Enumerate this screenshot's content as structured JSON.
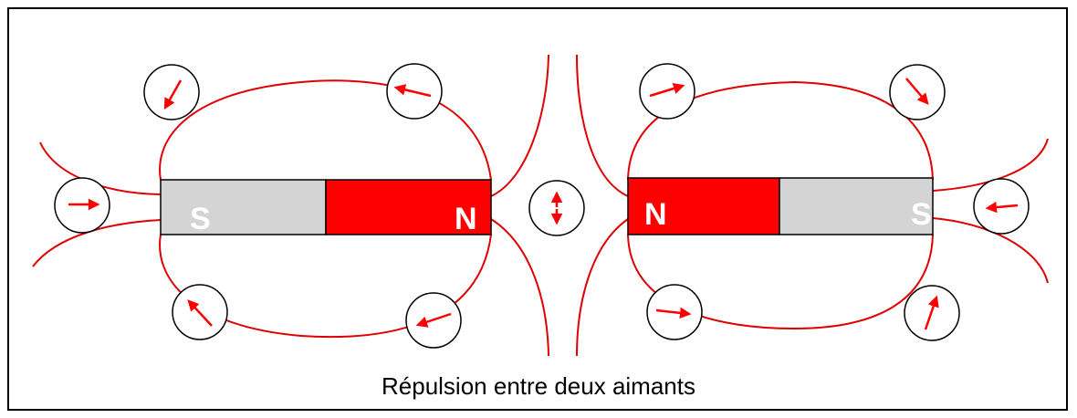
{
  "caption": "Répulsion entre deux aimants",
  "magnets": [
    {
      "name": "left-magnet",
      "poles": [
        {
          "label": "S",
          "color": "#d4d4d4"
        },
        {
          "label": "N",
          "color": "#ff0000"
        }
      ]
    },
    {
      "name": "right-magnet",
      "poles": [
        {
          "label": "N",
          "color": "#ff0000"
        },
        {
          "label": "S",
          "color": "#d4d4d4"
        }
      ]
    }
  ],
  "colors": {
    "field_lines": "#e00000",
    "needle": "#ff0000",
    "north_pole": "#ff0000",
    "south_pole": "#d4d4d4",
    "frame": "#000000"
  }
}
